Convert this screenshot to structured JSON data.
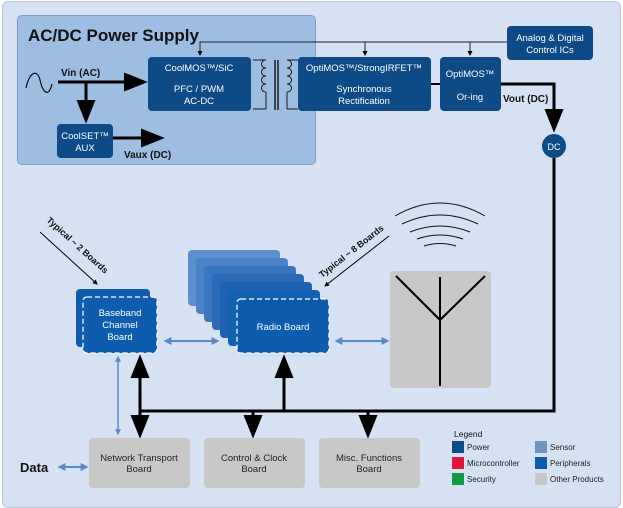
{
  "title": "AC/DC Power Supply",
  "colors": {
    "power": "#0e4a86",
    "microcontroller": "#e0143c",
    "security": "#0f9a46",
    "sensor": "#6f95bd",
    "peripherals": "#0e5cad",
    "other": "#c8c8c8",
    "psu_bg": "#9dbde1",
    "canvas_bg": "#d6e2f4",
    "link_blue": "#5b8ac7"
  },
  "psu": {
    "vin_label": "Vin (AC)",
    "vaux_label": "Vaux (DC)",
    "vout_label": "Vout (DC)",
    "dc_node": "DC",
    "blocks": {
      "pfc": {
        "line1": "CoolMOS™/SiC",
        "line2": "PFC / PWM",
        "line3": "AC-DC"
      },
      "sync": {
        "line1": "OptiMOS™/StrongIRFET™",
        "line2": "Synchronous",
        "line3": "Rectification"
      },
      "oring": {
        "line1": "OptiMOS™",
        "line2": "Or-ing"
      },
      "control": {
        "line1": "Analog & Digital",
        "line2": "Control ICs"
      },
      "aux": {
        "line1": "CoolSET™",
        "line2": "AUX"
      }
    }
  },
  "boards": {
    "baseband": {
      "line1": "Baseband",
      "line2": "Channel",
      "line3": "Board",
      "annotation": "Typical ~ 2 Boards"
    },
    "radio": {
      "label": "Radio Board",
      "annotation": "Typical ~ 8 Boards"
    },
    "network": {
      "line1": "Network Transport",
      "line2": "Board"
    },
    "clock": {
      "line1": "Control & Clock",
      "line2": "Board"
    },
    "misc": {
      "line1": "Misc. Functions",
      "line2": "Board"
    }
  },
  "data_label": "Data",
  "legend": {
    "title": "Legend",
    "items": [
      {
        "label": "Power",
        "color": "#0e4a86"
      },
      {
        "label": "Microcontroller",
        "color": "#e0143c"
      },
      {
        "label": "Security",
        "color": "#0f9a46"
      },
      {
        "label": "Sensor",
        "color": "#6f95bd"
      },
      {
        "label": "Peripherals",
        "color": "#0e5cad"
      },
      {
        "label": "Other Products",
        "color": "#c8c8c8"
      }
    ]
  }
}
